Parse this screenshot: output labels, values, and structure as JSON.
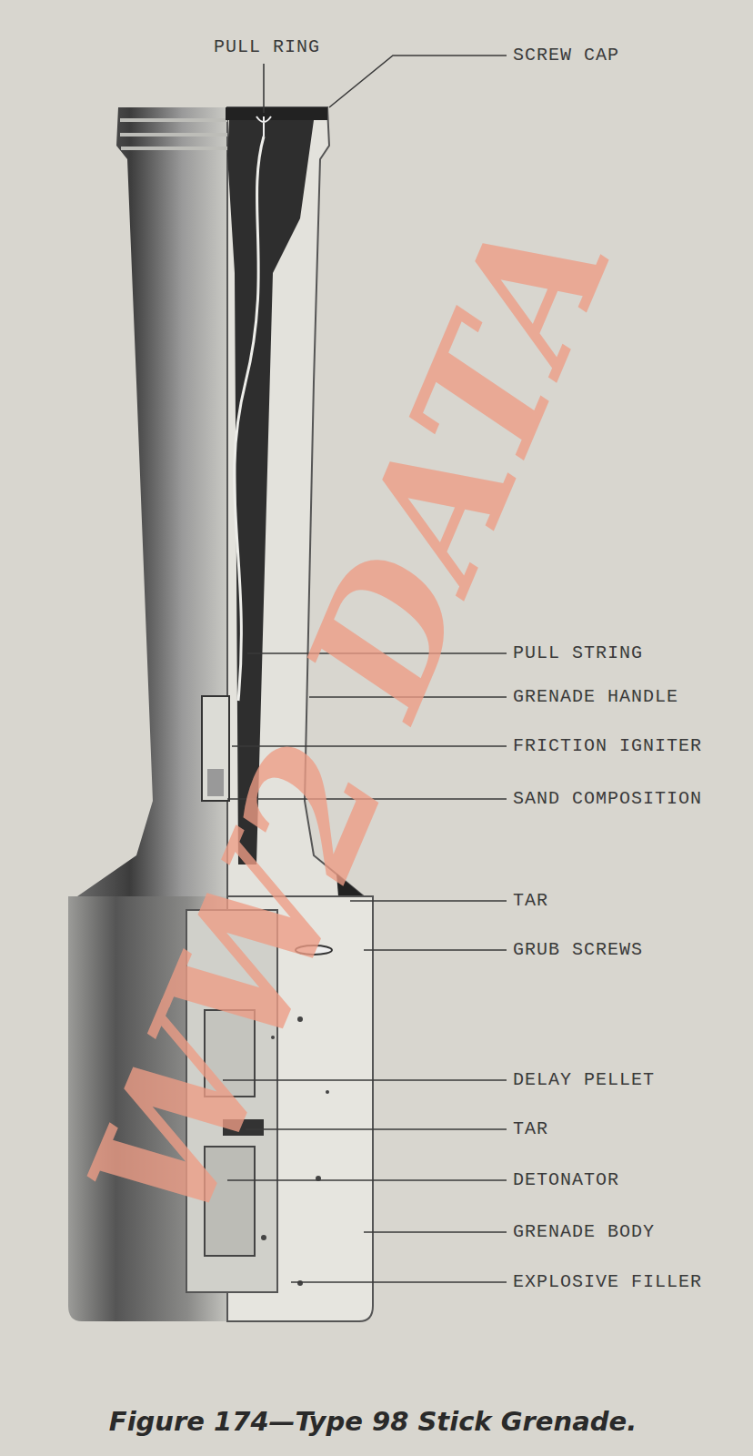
{
  "diagram": {
    "caption": "Figure 174—Type 98 Stick Grenade.",
    "labels": [
      "PULL RING",
      "SCREW CAP",
      "PULL STRING",
      "GRENADE HANDLE",
      "FRICTION IGNITER",
      "SAND COMPOSITION",
      "TAR",
      "GRUB SCREWS",
      "DELAY PELLET",
      "TAR",
      "DETONATOR",
      "GRENADE BODY",
      "EXPLOSIVE FILLER",
      "WW2 DATA"
    ]
  }
}
